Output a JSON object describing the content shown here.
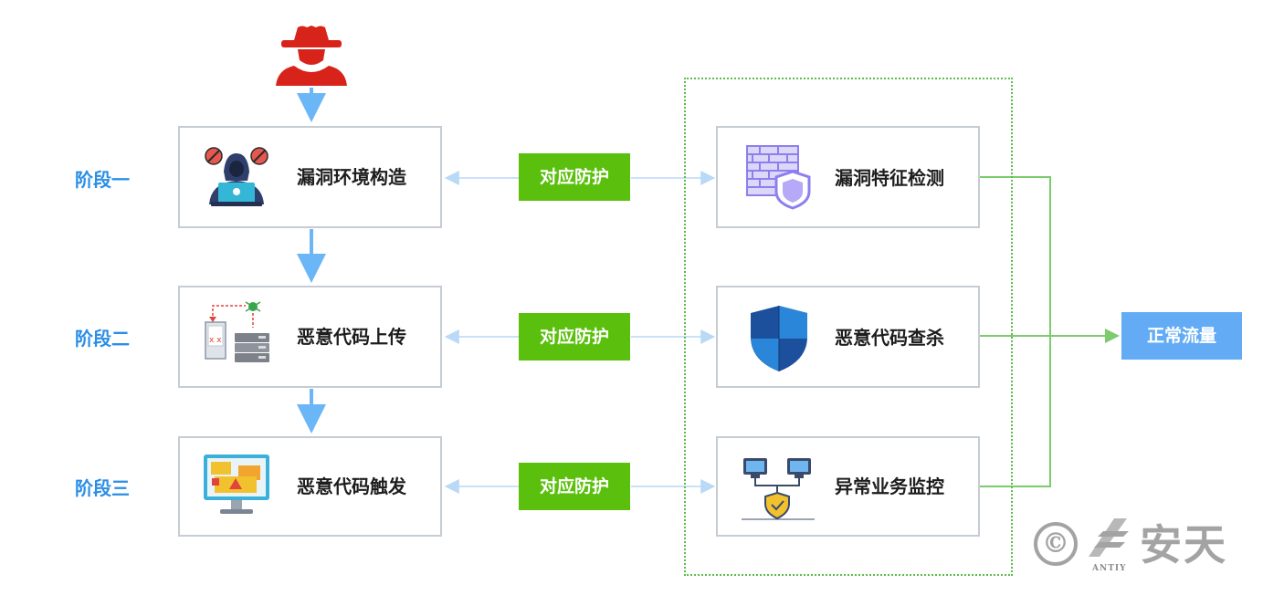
{
  "stages": [
    {
      "label": "阶段一",
      "attack": "漏洞环境构造",
      "protect": "对应防护",
      "defense": "漏洞特征检测"
    },
    {
      "label": "阶段二",
      "attack": "恶意代码上传",
      "protect": "对应防护",
      "defense": "恶意代码查杀"
    },
    {
      "label": "阶段三",
      "attack": "恶意代码触发",
      "protect": "对应防护",
      "defense": "异常业务监控"
    }
  ],
  "result": "正常流量",
  "watermark": {
    "symbol": "©",
    "brand": "安天",
    "brand_latin": "ANTIY"
  },
  "colors": {
    "attacker": "#d8231b",
    "flow_arrow": "#6bb6f6",
    "protect_bg": "#5bc00d",
    "protect_arrow": "#b9d9f7",
    "dashed_frame": "#5bbd4a",
    "output_line": "#7ccb6c",
    "result_bg": "#63acf5",
    "stage_label": "#2b8ee6"
  },
  "icons": [
    "hacker-icon",
    "hacker-laptop-icon",
    "malware-upload-icon",
    "alert-monitor-icon",
    "firewall-shield-icon",
    "security-shield-icon",
    "network-monitor-icon"
  ]
}
